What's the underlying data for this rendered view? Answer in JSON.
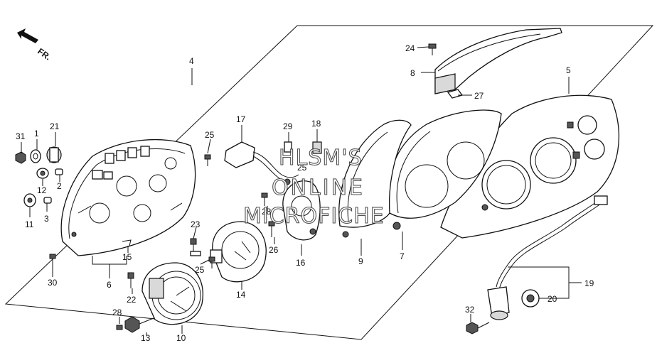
{
  "direction_marker": {
    "label": "FR.",
    "icon": "forward-arrow-icon"
  },
  "watermark": [
    "HLSM'S",
    "ONLINE",
    "MICROFICHE"
  ],
  "callouts": {
    "p1": "1",
    "p2": "2",
    "p3": "3",
    "p4": "4",
    "p5": "5",
    "p6": "6",
    "p7": "7",
    "p8": "8",
    "p9": "9",
    "p10": "10",
    "p11": "11",
    "p12": "12",
    "p13": "13",
    "p14": "14",
    "p15": "15",
    "p16": "16",
    "p17": "17",
    "p18": "18",
    "p19": "19",
    "p20": "20",
    "p21": "21",
    "p22": "22",
    "p23": "23",
    "p24": "24",
    "p25a": "25",
    "p25b": "25",
    "p25c": "25",
    "p26": "26",
    "p27": "27",
    "p28a": "28",
    "p28b": "28",
    "p29": "29",
    "p30": "30",
    "p31": "31",
    "p32": "32"
  }
}
